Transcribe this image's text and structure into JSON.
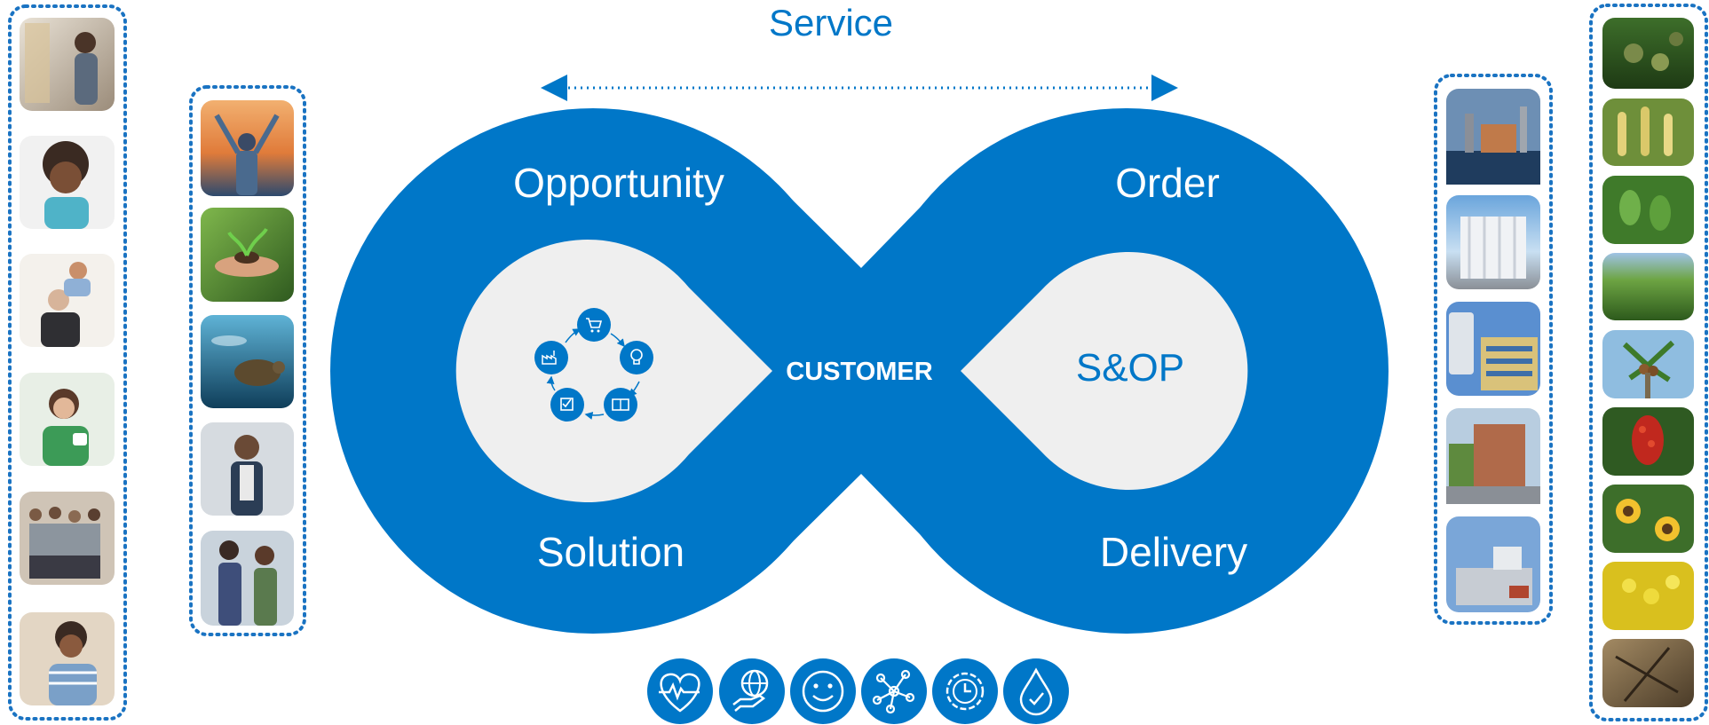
{
  "diagram": {
    "service_label": "Service",
    "center_label": "CUSTOMER",
    "quadrants": {
      "top_left": "Opportunity",
      "top_right": "Order",
      "bottom_left": "Solution",
      "bottom_right": "Delivery"
    },
    "right_inner_label": "S&OP",
    "colors": {
      "brand_blue": "#0077C8",
      "dotted_blue": "#1A73C2",
      "inner_gray": "#EFEFEF",
      "white": "#FFFFFF"
    },
    "cycle_icons": [
      "cart-icon",
      "lightbulb-icon",
      "puzzle-icon",
      "checklist-icon",
      "factory-icon"
    ],
    "bottom_icons": [
      "heart-pulse-icon",
      "globe-hand-icon",
      "smile-icon",
      "network-icon",
      "clock-gear-icon",
      "water-drop-icon"
    ]
  },
  "photo_columns": {
    "far_left": [
      "shopper-photo",
      "child-eating-photo",
      "family-photo",
      "woman-drinking-photo",
      "group-exercise-photo",
      "man-phone-photo"
    ],
    "left": [
      "celebration-photo",
      "plant-hands-photo",
      "sea-turtle-photo",
      "man-headphones-photo",
      "women-phone-photo"
    ],
    "right": [
      "refinery-photo",
      "silo-plant-photo",
      "aak-building-photo",
      "factory-building-photo",
      "tank-farm-photo"
    ],
    "far_right": [
      "nuts-photo",
      "corn-photo",
      "beans-photo",
      "field-photo",
      "coconut-photo",
      "palm-fruit-photo",
      "sunflower-photo",
      "rapeseed-photo",
      "shea-tree-photo"
    ]
  }
}
